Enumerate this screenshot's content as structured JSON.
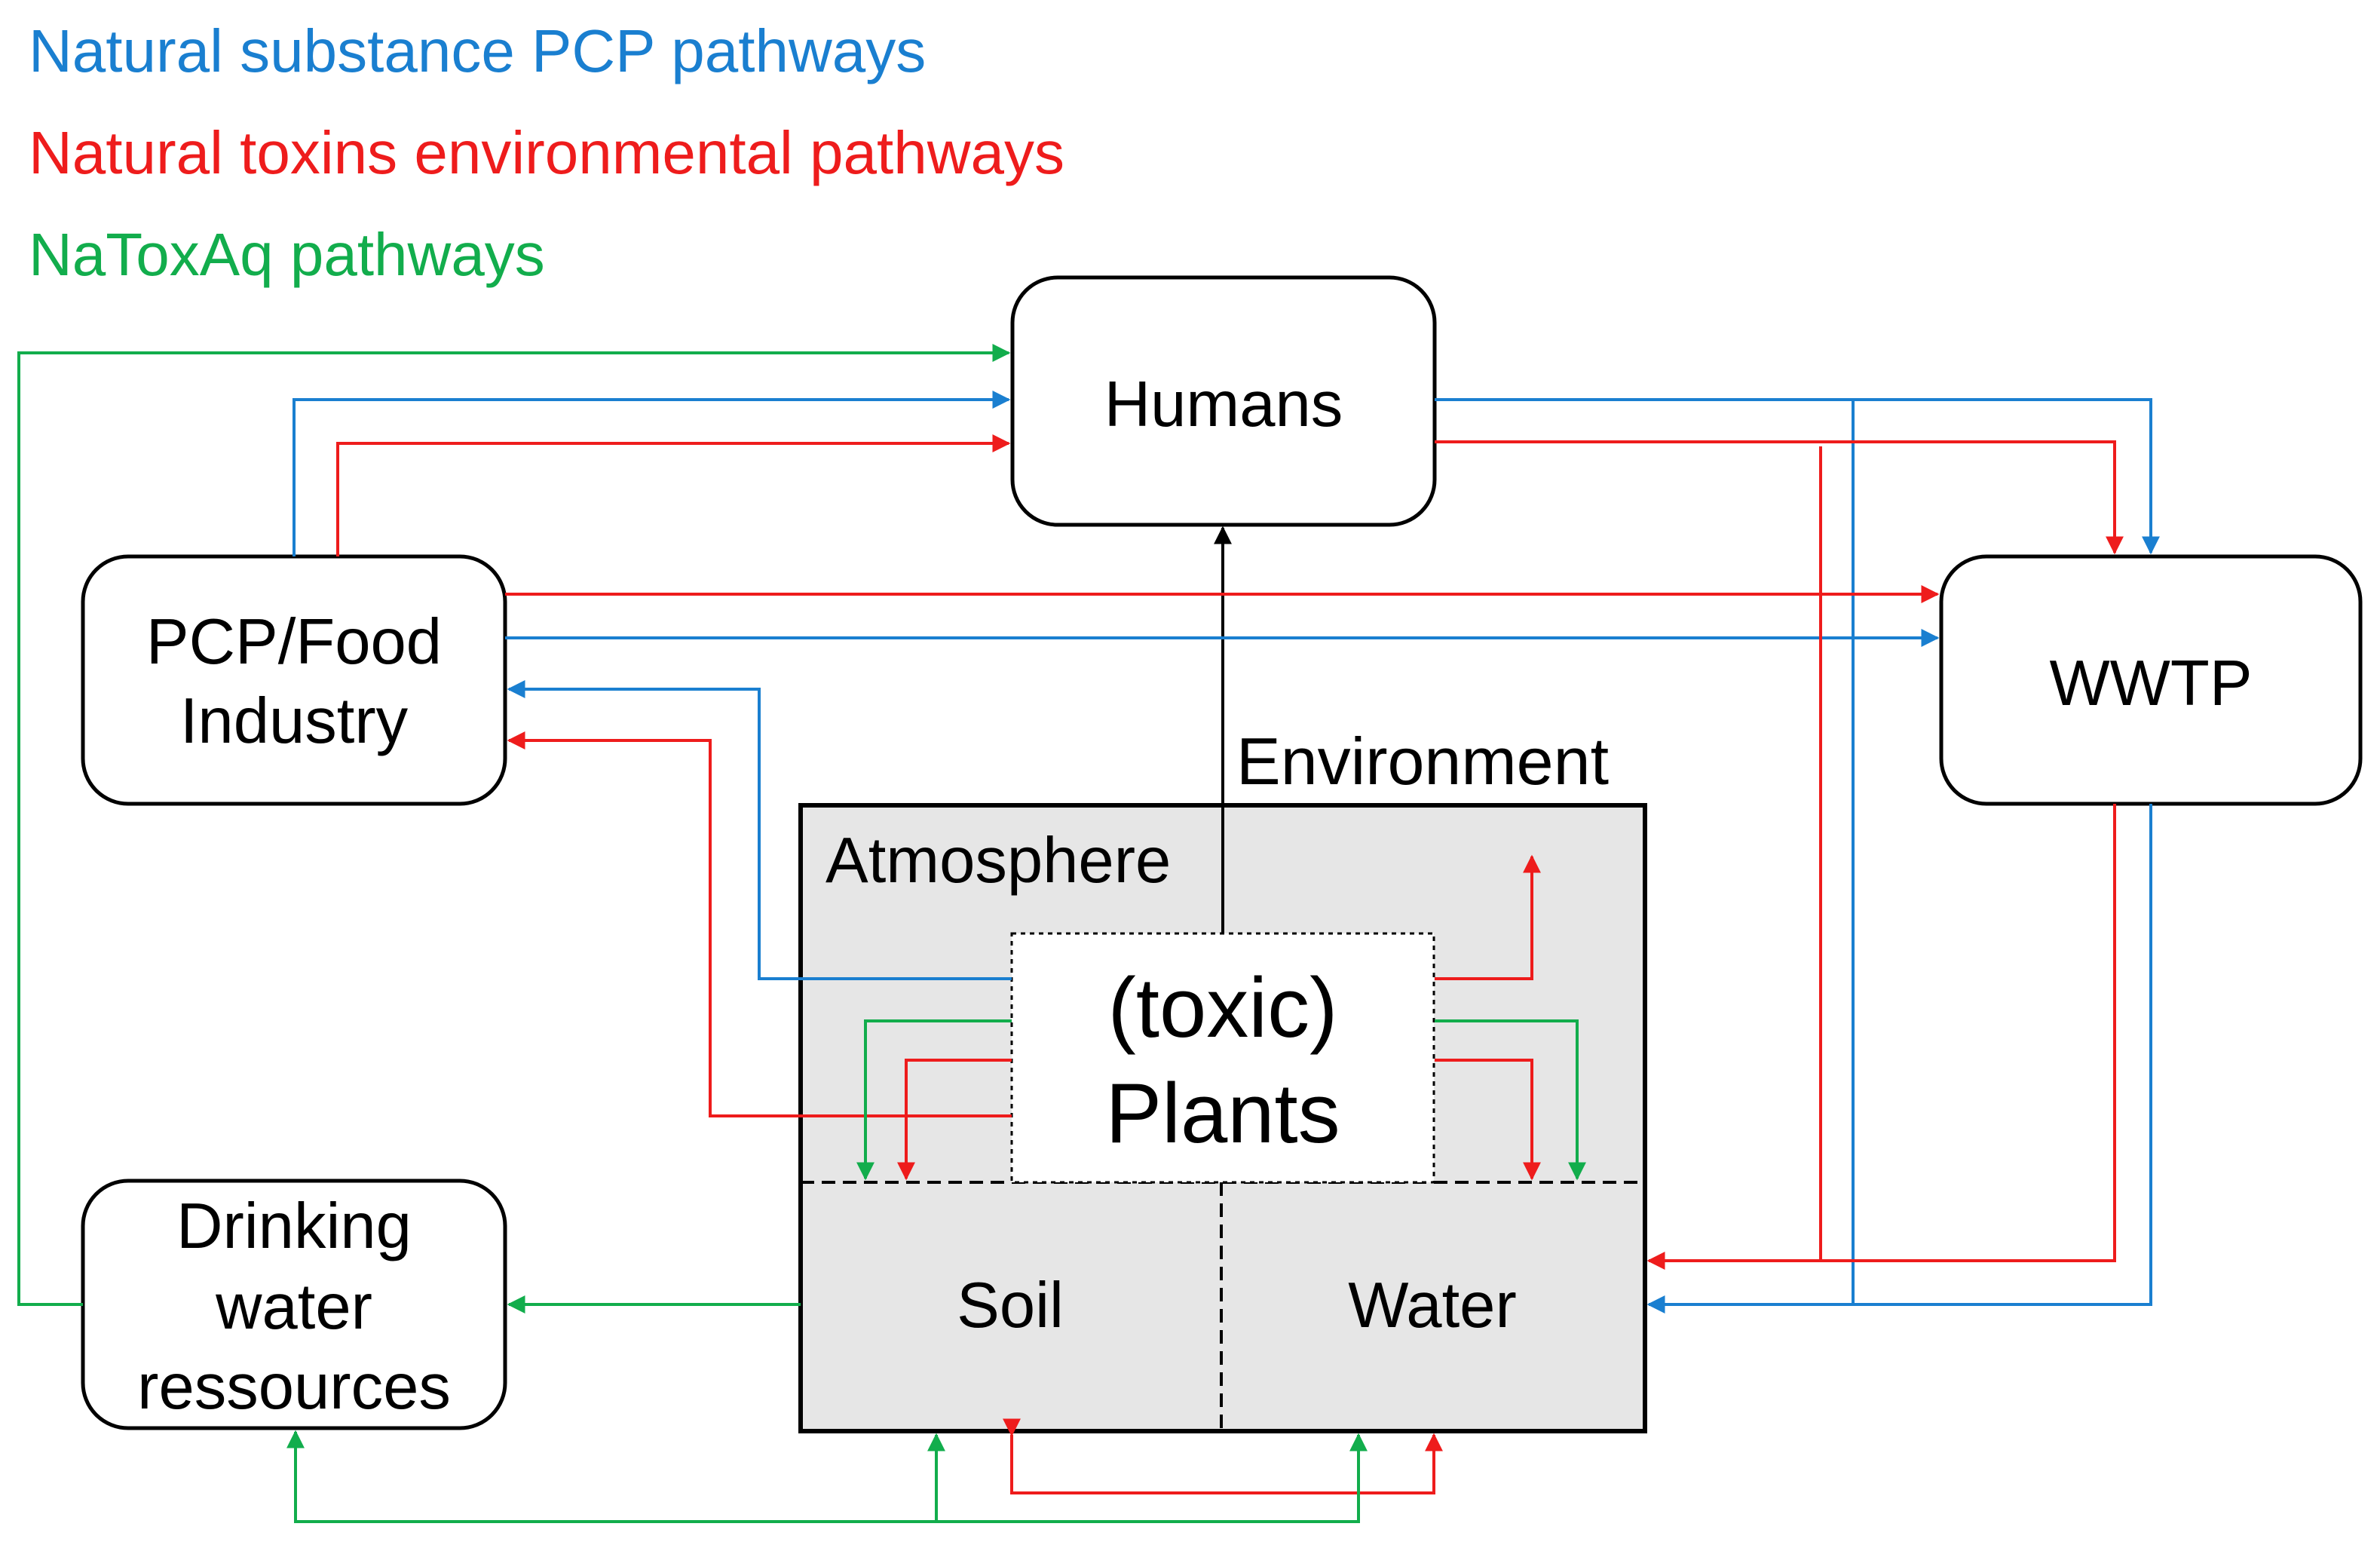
{
  "legend": {
    "blue": "Natural substance PCP pathways",
    "red": "Natural toxins environmental pathways",
    "green": "NaToxAq pathways"
  },
  "nodes": {
    "humans": "Humans",
    "industry_line1": "PCP/Food",
    "industry_line2": "Industry",
    "wwtp": "WWTP",
    "drinking_line1": "Drinking",
    "drinking_line2": "water",
    "drinking_line3": "ressources"
  },
  "environment": {
    "title": "Environment",
    "atmosphere": "Atmosphere",
    "plants_line1": "(toxic)",
    "plants_line2": "Plants",
    "soil": "Soil",
    "water": "Water"
  },
  "colors": {
    "blue": "#1a7fd0",
    "red": "#ee1c1c",
    "green": "#12ad4c",
    "env_fill": "#e6e6e6",
    "outline": "#000000"
  }
}
